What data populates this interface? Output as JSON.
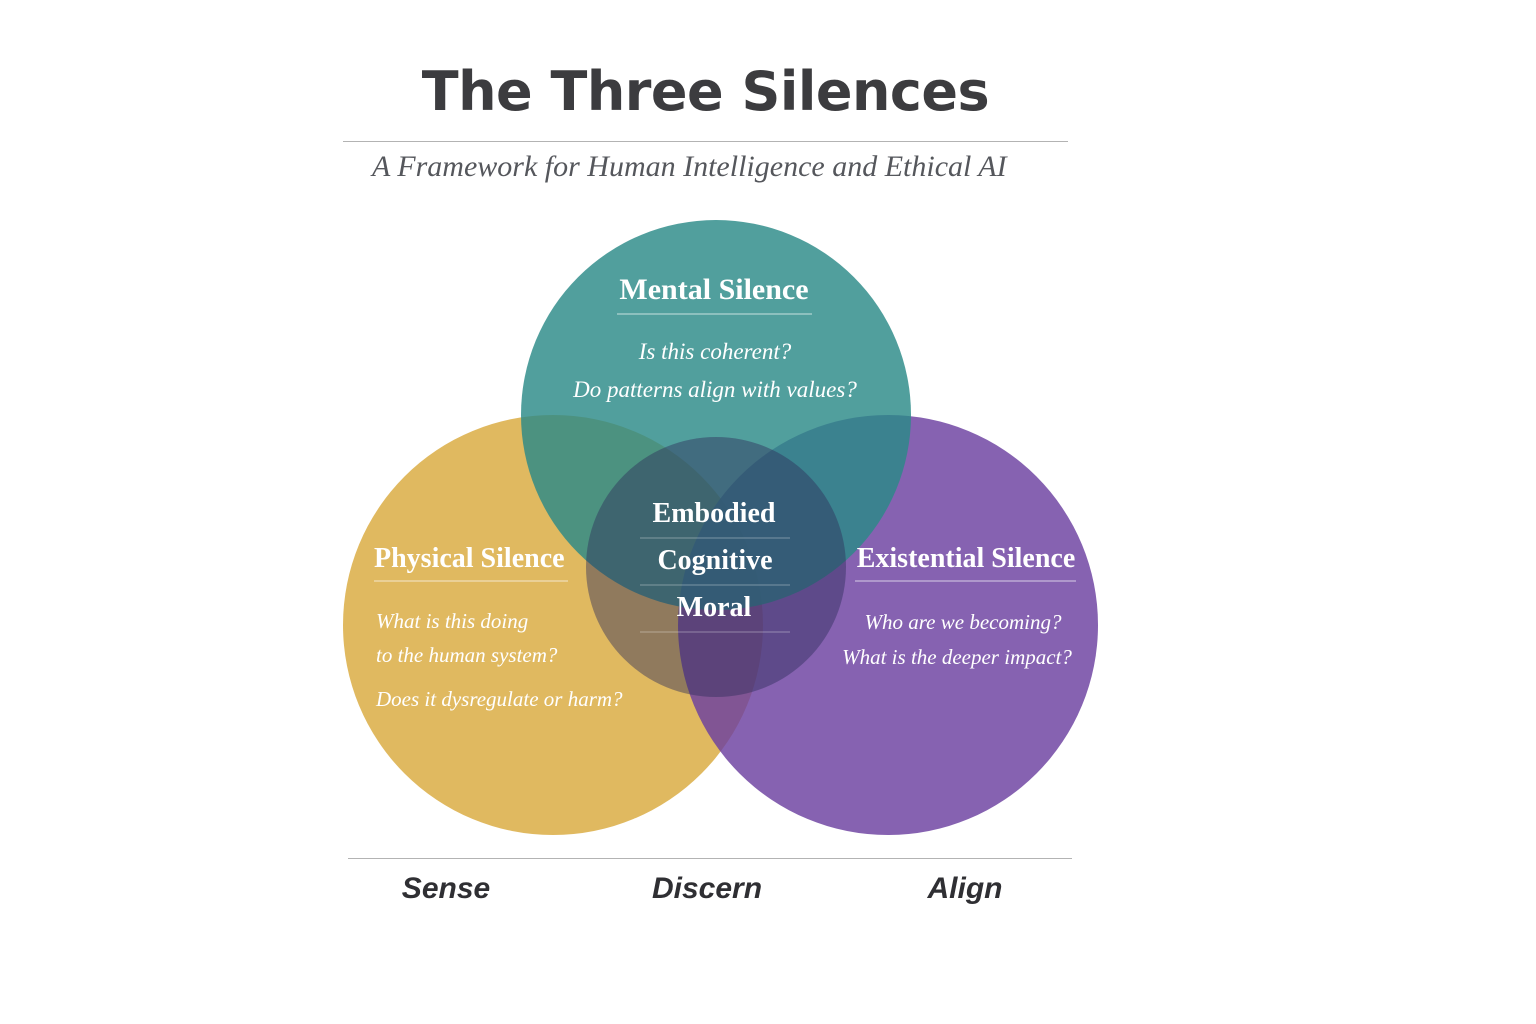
{
  "title": "The Three Silences",
  "subtitle": "A Framework for Human Intelligence and Ethical AI",
  "circles": {
    "mental": {
      "heading": "Mental Silence",
      "questions": [
        "Is this coherent?",
        "Do patterns align with values?"
      ],
      "color": "#2b8a87"
    },
    "physical": {
      "heading": "Physical Silence",
      "questions": [
        "What is this doing",
        "to the human system?",
        "Does it dysregulate or harm?"
      ],
      "color": "#d9aa3d"
    },
    "existential": {
      "heading": "Existential Silence",
      "questions": [
        "Who are we becoming?",
        "What is the deeper impact?"
      ],
      "color": "#6b3fa0"
    }
  },
  "center": {
    "items": [
      "Embodied",
      "Cognitive",
      "Moral"
    ],
    "color": "#2f2f5a"
  },
  "footer": [
    "Sense",
    "Discern",
    "Align"
  ]
}
